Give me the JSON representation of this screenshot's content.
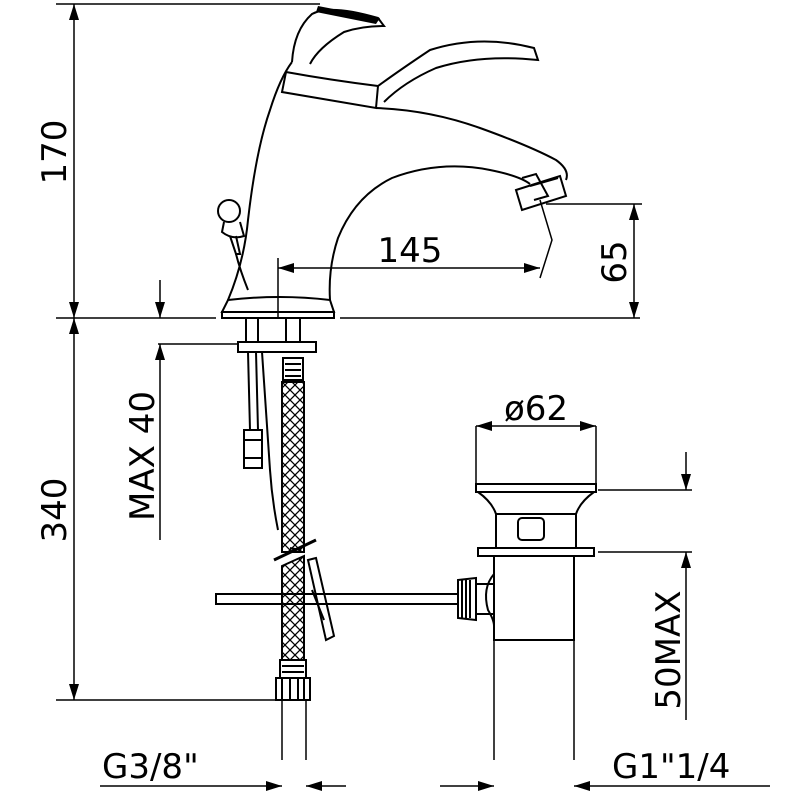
{
  "dimensions": {
    "height_top": "170",
    "height_bottom": "340",
    "spout_reach": "145",
    "spout_height": "65",
    "max_thickness": "MAX 40",
    "waste_diameter": "ø62",
    "waste_max": "50MAX",
    "hose_thread": "G3/8\"",
    "waste_thread": "G1\"1/4"
  }
}
